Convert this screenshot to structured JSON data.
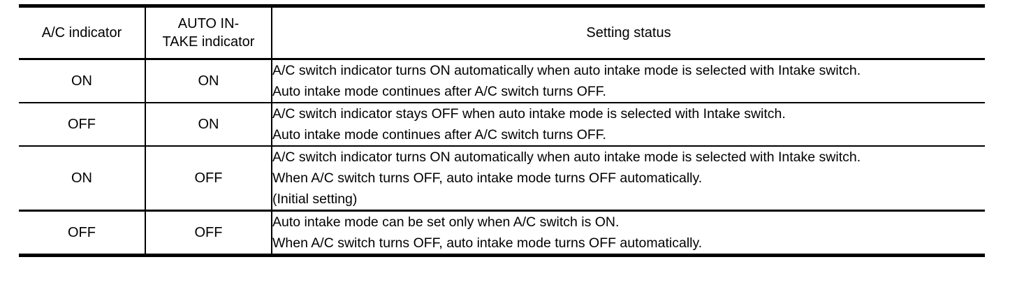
{
  "table": {
    "headers": {
      "ac_indicator": "A/C indicator",
      "auto_intake_indicator_line1": "AUTO IN-",
      "auto_intake_indicator_line2": "TAKE indicator",
      "setting_status": "Setting status"
    },
    "rows": [
      {
        "ac_indicator": "ON",
        "auto_intake_indicator": "ON",
        "setting_status_lines": [
          "A/C switch indicator turns ON automatically when auto intake mode is selected with Intake switch.",
          "Auto intake mode continues after A/C switch turns OFF."
        ]
      },
      {
        "ac_indicator": "OFF",
        "auto_intake_indicator": "ON",
        "setting_status_lines": [
          "A/C switch indicator stays OFF when auto intake mode is selected with Intake switch.",
          "Auto intake mode continues after A/C switch turns OFF."
        ]
      },
      {
        "ac_indicator": "ON",
        "auto_intake_indicator": "OFF",
        "setting_status_lines": [
          "A/C switch indicator turns ON automatically when auto intake mode is selected with Intake switch.",
          "When A/C switch turns OFF, auto intake mode turns OFF automatically.",
          "(Initial setting)"
        ]
      },
      {
        "ac_indicator": "OFF",
        "auto_intake_indicator": "OFF",
        "setting_status_lines": [
          "Auto intake mode can be set only when A/C switch is ON.",
          "When A/C switch turns OFF, auto intake mode turns OFF automatically."
        ]
      }
    ]
  },
  "colors": {
    "rule": "#000000",
    "text": "#000000",
    "background": "#ffffff"
  }
}
